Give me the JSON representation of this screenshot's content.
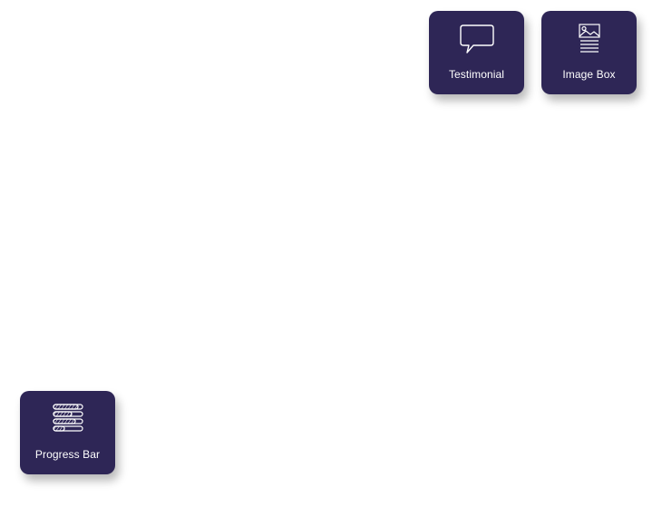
{
  "widgets": [
    {
      "label": "Testimonial",
      "icon": "speech-bubble-icon"
    },
    {
      "label": "Image Box",
      "icon": "image-box-icon"
    },
    {
      "label": "Progress Bar",
      "icon": "progress-bar-icon"
    }
  ],
  "colors": {
    "widget_background": "#2e2656",
    "icon_stroke": "#ffffff",
    "page_background": "#ffffff"
  }
}
